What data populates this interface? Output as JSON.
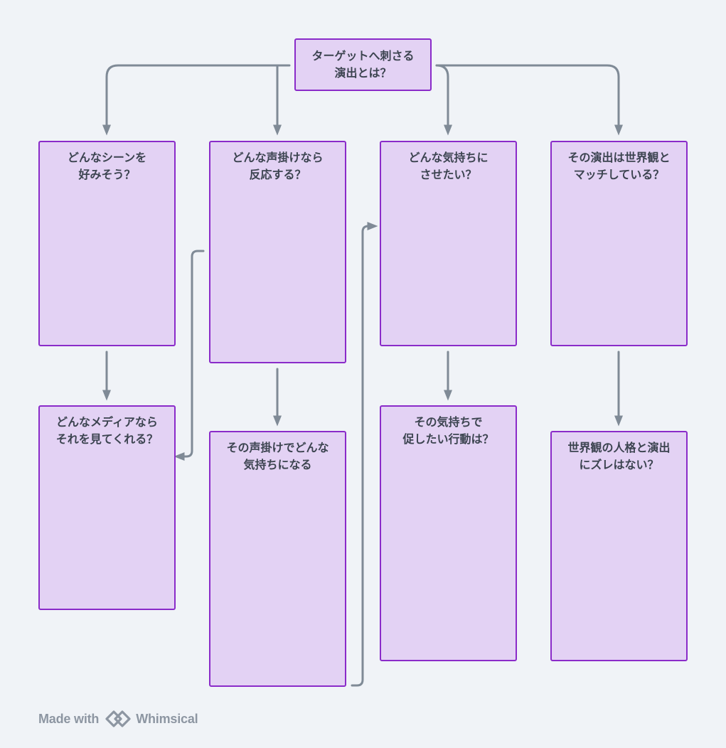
{
  "diagram": {
    "root": {
      "lines": [
        "ターゲットへ刺さる",
        "演出とは？"
      ]
    },
    "columns": [
      {
        "top": {
          "lines": [
            "どんなシーンを",
            "好みそう？"
          ]
        },
        "bottom": {
          "lines": [
            "どんなメディアなら",
            "それを見てくれる？"
          ]
        }
      },
      {
        "top": {
          "lines": [
            "どんな声掛けなら",
            "反応する？"
          ]
        },
        "bottom": {
          "lines": [
            "その声掛けでどんな",
            "気持ちになる"
          ]
        }
      },
      {
        "top": {
          "lines": [
            "どんな気持ちに",
            "させたい？"
          ]
        },
        "bottom": {
          "lines": [
            "その気持ちで",
            "促したい行動は？"
          ]
        }
      },
      {
        "top": {
          "lines": [
            "その演出は世界観と",
            "マッチしている？"
          ]
        },
        "bottom": {
          "lines": [
            "世界観の人格と演出",
            "にズレはない？"
          ]
        }
      }
    ],
    "colors": {
      "node_fill": "#e3d2f4",
      "node_border": "#8a2bc9",
      "connector": "#7f8a96",
      "text": "#3c4450",
      "background": "#f0f3f7"
    }
  },
  "watermark": {
    "prefix": "Made with",
    "brand": "Whimsical",
    "logo_icon": "whimsical-logo-icon"
  }
}
